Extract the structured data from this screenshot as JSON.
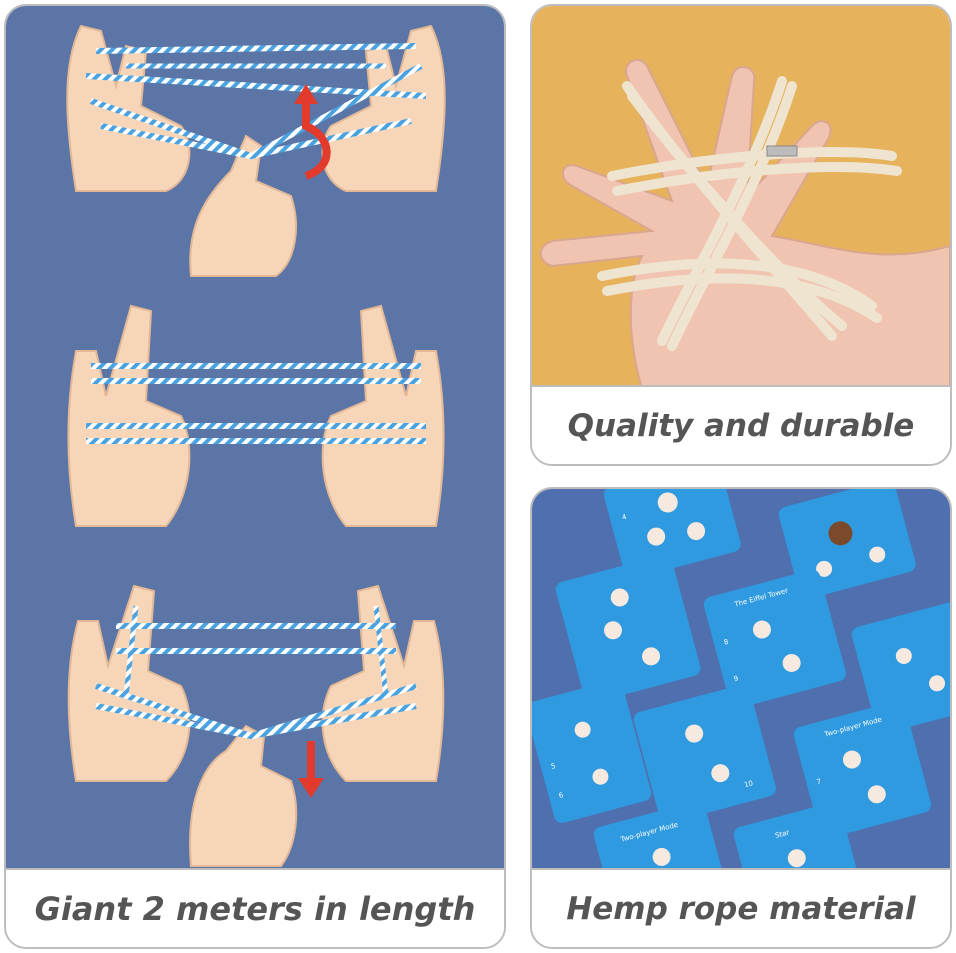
{
  "panels": {
    "left": {
      "caption": "Giant 2 meters in length"
    },
    "top_right": {
      "caption": "Quality and durable"
    },
    "bottom_right": {
      "caption": "Hemp rope material",
      "card_titles": [
        "The Eiffel Tower",
        "Two-player Mode",
        "Two-player Mode",
        "Star"
      ],
      "card_numbers": [
        "4",
        "5",
        "6",
        "7",
        "8",
        "9",
        "10"
      ]
    }
  },
  "colors": {
    "left_bg": "#5b75a6",
    "skin": "#f6d5b8",
    "string_blue": "#4aa3e0",
    "arrow_red": "#e23a2c",
    "top_right_bg": "#e7b25c",
    "cord": "#eee4cf",
    "bottom_right_bg": "#4f6faf",
    "card_blue": "#2f9ae0",
    "caption_text": "#555555"
  }
}
